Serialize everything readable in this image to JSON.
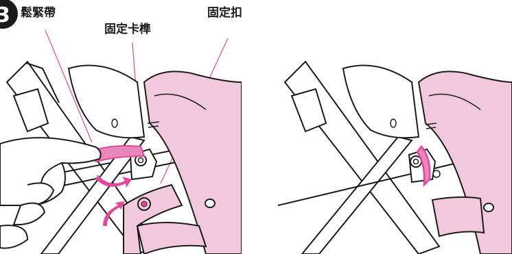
{
  "step": {
    "number": "3"
  },
  "callouts": {
    "strap": "鬆緊帶",
    "latch": "固定卡榫",
    "buckle": "固定扣"
  },
  "colors": {
    "pink_fill": "#f2c9dc",
    "pink_dark": "#e1479a",
    "line": "#1a1a1a",
    "leader": "#e1479a"
  }
}
